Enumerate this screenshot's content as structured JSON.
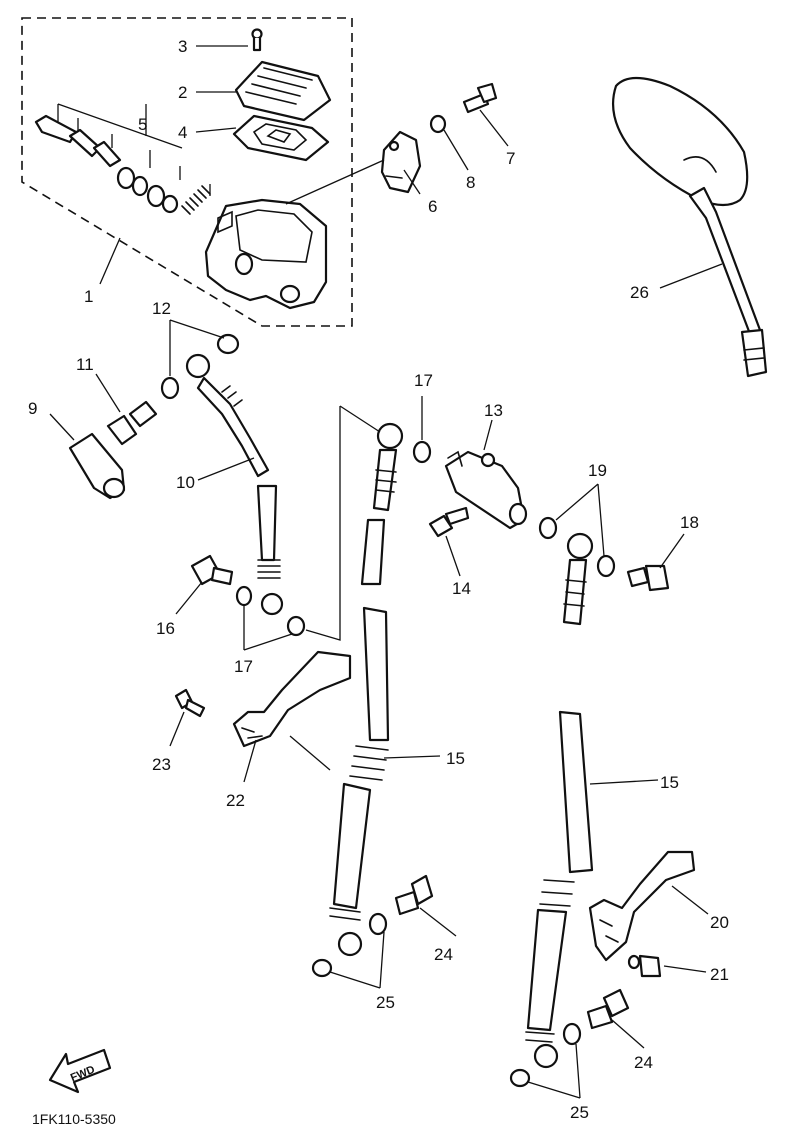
{
  "callouts": {
    "c1": "1",
    "c2": "2",
    "c3": "3",
    "c4": "4",
    "c5": "5",
    "c6": "6",
    "c7": "7",
    "c8": "8",
    "c9": "9",
    "c10": "10",
    "c11": "11",
    "c12": "12",
    "c13": "13",
    "c14": "14",
    "c15a": "15",
    "c15b": "15",
    "c16": "16",
    "c17a": "17",
    "c17b": "17",
    "c18": "18",
    "c19": "19",
    "c20": "20",
    "c21": "21",
    "c22": "22",
    "c23": "23",
    "c24a": "24",
    "c24b": "24",
    "c25a": "25",
    "c25b": "25",
    "c26": "26"
  },
  "forward_arrow_label": "FWD",
  "drawing_code": "1FK110-5350"
}
